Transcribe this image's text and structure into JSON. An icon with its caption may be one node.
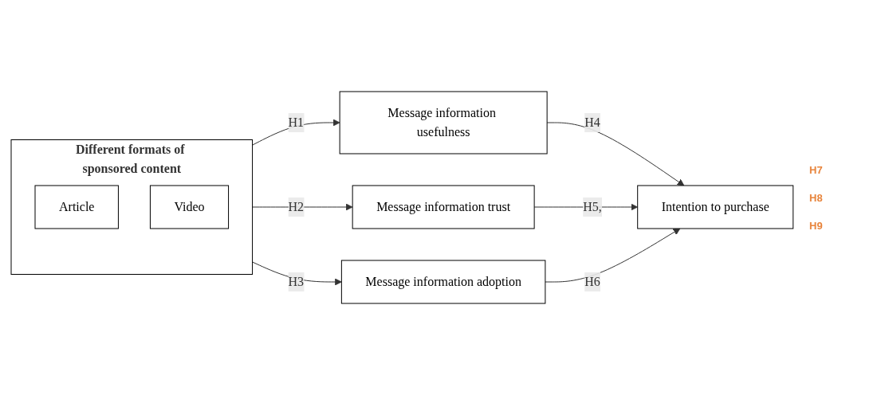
{
  "diagram": {
    "nodes": [
      {
        "text": [
          "Different formats of sponsored content"
        ]
      },
      {
        "text": [
          "Article"
        ],
        "in": 0
      },
      {
        "text": [
          "Video"
        ],
        "in": 0
      },
      {
        "text": [
          "Message information usefulness"
        ]
      },
      {
        "text": [
          "Message information trust"
        ]
      },
      {
        "text": [
          "Message information adoption"
        ]
      },
      {
        "text": [
          "Intention to purchase"
        ]
      }
    ],
    "edges": [
      {
        "from": 0,
        "to": 3,
        "arrow": "to",
        "label": "H1"
      },
      {
        "from": 0,
        "to": 4,
        "arrow": "to",
        "label": "H2"
      },
      {
        "from": 0,
        "to": 5,
        "arrow": "to",
        "label": "H3"
      },
      {
        "from": 3,
        "to": 6,
        "arrow": "to",
        "label": "H4"
      },
      {
        "from": 4,
        "to": 6,
        "arrow": "to",
        "label": "H5,"
      },
      {
        "from": 5,
        "to": 6,
        "arrow": "to",
        "label": "H6"
      }
    ],
    "labels": [
      "H7",
      "H8",
      "H9"
    ]
  }
}
